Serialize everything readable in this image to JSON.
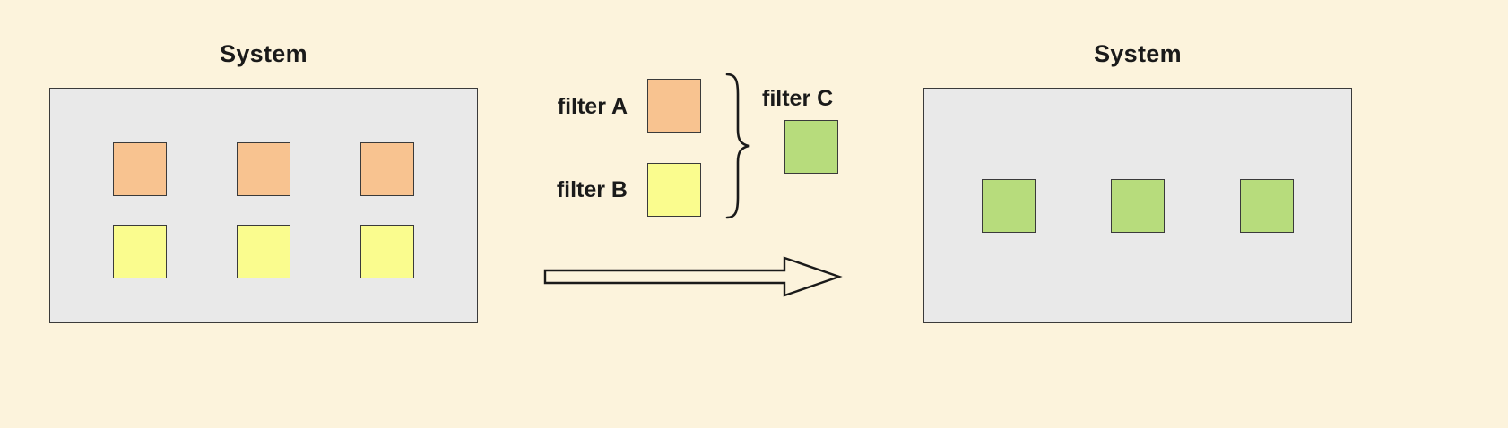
{
  "colors": {
    "background": "#fcf3dc",
    "system_fill": "#e9e9e9",
    "system_border": "#3a3a3a",
    "square_border": "#3a3a3a",
    "filter_a": "#f8c390",
    "filter_b": "#fafc8e",
    "filter_c": "#b7dc7c"
  },
  "left_system": {
    "title": "System",
    "rows": [
      {
        "color": "filter_a",
        "count": 3
      },
      {
        "color": "filter_b",
        "count": 3
      }
    ]
  },
  "right_system": {
    "title": "System",
    "rows": [
      {
        "color": "filter_c",
        "count": 3
      }
    ]
  },
  "legend": {
    "filter_a_label": "filter A",
    "filter_b_label": "filter B",
    "filter_c_label": "filter C"
  }
}
